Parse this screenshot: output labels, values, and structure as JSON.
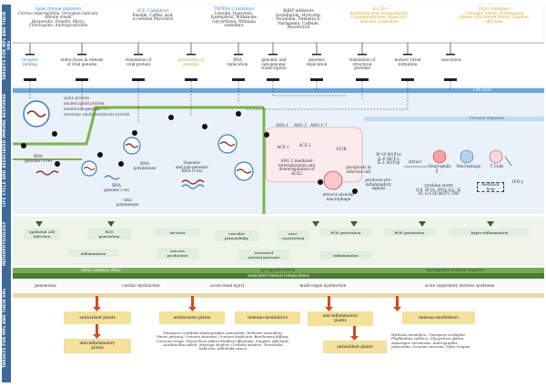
{
  "row_labels": {
    "targets": "TARGETS FOR MPs AND THEIR SMs",
    "lifecycle": "LIFE CYCLE AND ASSOCIATED IMMUNE RESPONSE",
    "pathophysiology": "PATHOPHYSIOLOGY",
    "treatment": "TARGETS FOR MPs AND THEIR SMs"
  },
  "inhibitors": [
    {
      "title": "Spike Protein inhibitors",
      "body": "Coreiso imperialifolia, Oroxylum indicum, Rheum emodi\nHesperidin, Emodin, Rhein,\nChloroquine, Andrographolide"
    },
    {
      "title": "ACE 2 inhibitors",
      "body": "Emodin, Caffeic acid,\nα-cedrene,Myricitrin"
    },
    {
      "title": "TMPRSS 2 inhibitors",
      "body": "Luteolin, Quercetin,\nKaempferol, Withanone\nGlycyrrhizin, Withania\nsomnifera"
    },
    {
      "title": "RdRP inhibitors",
      "body": "Scutellarein, Myricetin,\nPsoralidin, Tomentin E,\nNaringenin, Caffeine,\nResveratrol"
    },
    {
      "title": "3CL Pro",
      "body": "Amentoflavone, Gallocatechin,\nCryptotanshinone, Hypericin,\nBaicalin, Globulixin"
    },
    {
      "title": "PLpro inhibitors",
      "body": "Cinnamic Amide, Tanshinones\nAlpinia officinarum Hance, Zingiber\nofficinale"
    }
  ],
  "stages": [
    {
      "label": "receptor\nbinding"
    },
    {
      "label": "endocytosis & release\nof viral genome"
    },
    {
      "label": "translation of\nviral protein"
    },
    {
      "label": "processing of\nproteins"
    },
    {
      "label": "RNA\nreplication"
    },
    {
      "label": "genomic and\nsub-genomic\ntranscription"
    },
    {
      "label": "genomic\nreplication"
    },
    {
      "label": "translation of\nstructural\nproteins"
    },
    {
      "label": "mature virion\nformation"
    },
    {
      "label": "exocytosis"
    }
  ],
  "lifecycle_labels": {
    "life_cycle": "Life cycle",
    "immune": "Immune response",
    "legend1": "spike protein",
    "legend2": "nucleocapsid protein",
    "legend3": "membrane protein",
    "legend4": "envelope small membrane protein",
    "rna": "RNA\ngenome (+ve)",
    "rna_neg": "RNA\ngenome (-ve)",
    "rna_pol": "RNA\npolymerase",
    "viral_pol": "viral\npolymerase",
    "genomic": "Genomic\nand sub-genomic\nRNA (+ve)",
    "ang1": "ANG 1",
    "ang2": "ANG 2",
    "ang17": "ANG 1-7",
    "ace1": "ACE 1",
    "ace2": "ACE 2",
    "at1r": "AT1R",
    "ang2_med": "ANG 2 mediated\ninternalization and\ndownregulation of\nACE2",
    "pyroptosis": "pyroptosis in\ninfected cell",
    "alveolar": "attracts alveolar\nmacrophage",
    "proinflam": "produces pro-\ninflammatory\nsignals",
    "il": "IP-10 M1P1α\nIL-6 MCP-1\nIL-1 M1P1β",
    "attract": "attract",
    "neutro": "Neutrophils",
    "macro": "Macrophage",
    "tcells": "T Cells",
    "ifn": "IFN-γ",
    "cytokine": "cytokine storm\nIL6, IP-10, IFNγ,IL2, IL\n10, G-CSF,MCP1,TNF",
    "feedback": "feedback\nloop"
  },
  "patho": {
    "epithelial": "epithelial cell\ninfection",
    "ros1": "ROS\ngeneration",
    "necrosis": "necrosis",
    "inflammation1": "inflammation",
    "mucous": "mucous\nproduction",
    "vascular": "vascular\npermeability",
    "vasoconst": "vaso-\nconstriction",
    "arterial": "increased\narterial pressure",
    "ros2": "ROS generation",
    "inflammation2": "inflammation",
    "ros3": "ROS generation",
    "hyper": "hyper-inflammation",
    "bar1": "direct cytotoxic effect",
    "bar2": "dysregulated RAAS",
    "bar3": "dysregulated immune response",
    "bar4": "associated medical complications"
  },
  "complications": [
    "pneumonia",
    "cardiac dysfunction",
    "acute renal injury",
    "multi-organ dysfunction",
    "acute respiratory distress syndrome"
  ],
  "treatments": {
    "antioxidant1": "antioxidant plants",
    "antiinvasive": "antiinvasive plants",
    "immuno1": "immuno-modulators",
    "antiinflam1": "anti-inflammatory\nplants",
    "antiinflam2": "anti-inflammatory\nplants",
    "antioxidant2": "antioxidant plants",
    "immuno2": "immuno-modulators",
    "plants1": "Tinospora cordifolia,Andrographis paniculata, Withania somnifera,\nPanax ginseng, Ocimum sanctum, Ocimum basilicum, Boerhaavia diffusa,\nCurcuma longa, Glycyrrhiza alabra Emblica officinalis, Zingiber officinale,\nAzadirachta indica, Moringa oleifera, Centella asiatica, Terminalia\nbellerica, Adhatoda vasica",
    "plants2": "Withania somnifera, Tinospora cordifolia,\nPhyllanthus emblica, Glycyrrhiza glabra,\nAsparagus racemosus, Andrographis\npaniculata, Ocimum sanctum, Piper longum"
  },
  "colors": {
    "header": "#3d6b99",
    "lifecycle": "#3a7fc1",
    "patho_bar": "#7aa85a",
    "dark_bar": "#4d7b33",
    "treat_bar": "#d9c87e",
    "arrow_red": "#d14b1b",
    "arrow_green": "#2e6b1b",
    "box_yellow": "#f3e19c"
  }
}
